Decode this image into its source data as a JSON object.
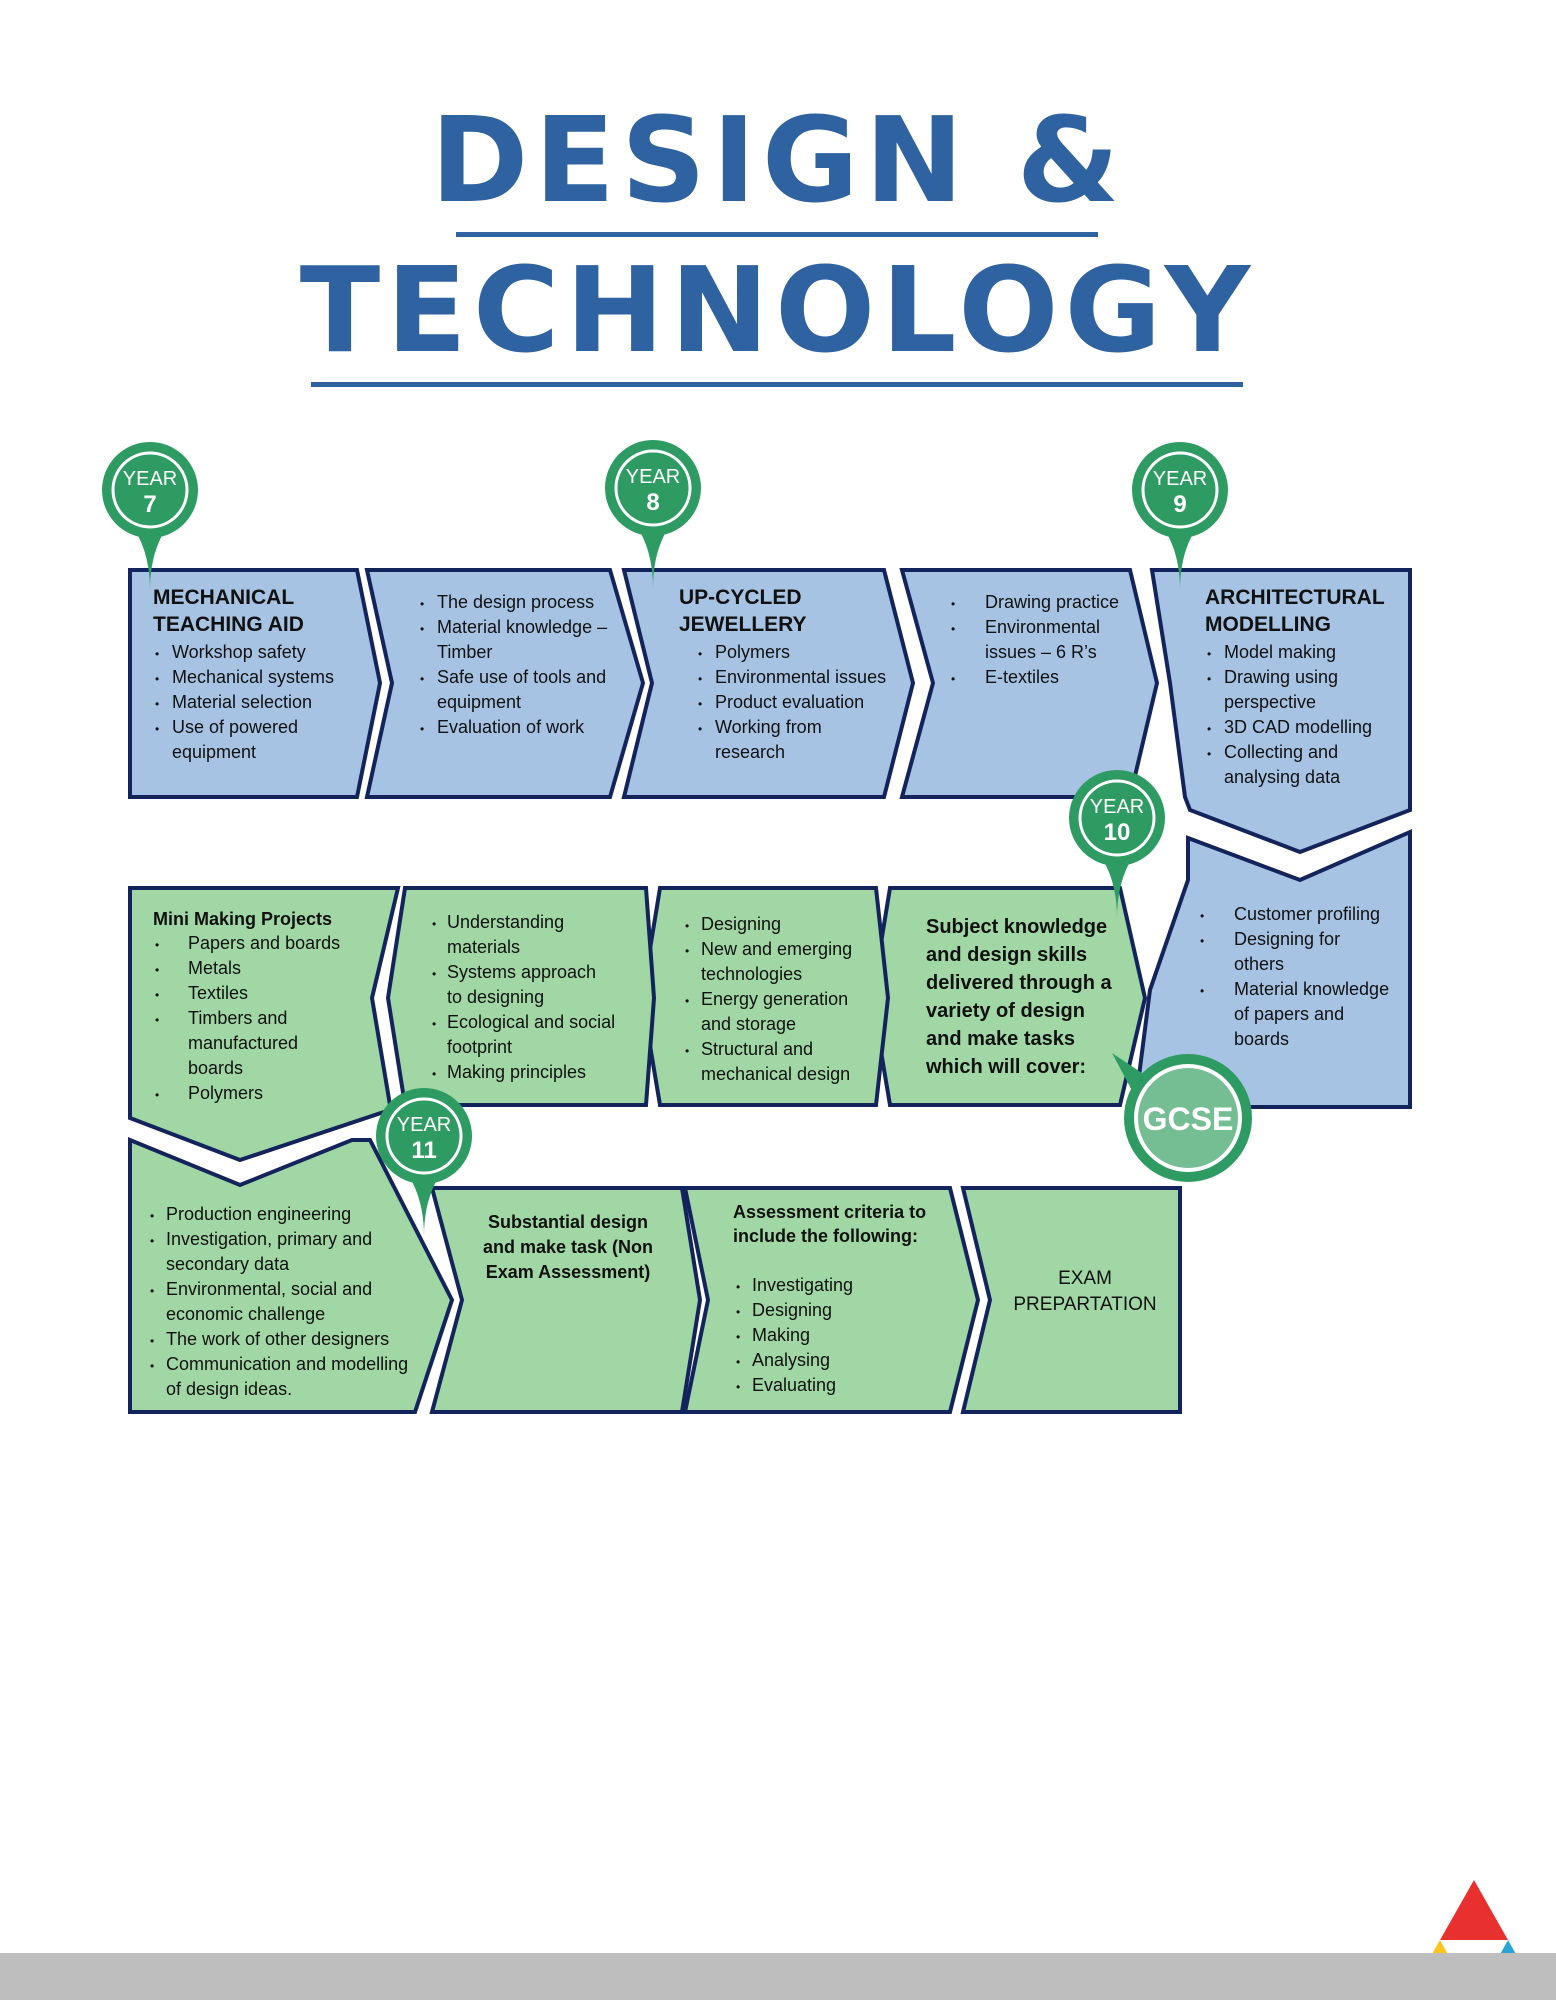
{
  "header": {
    "title_line1": "DESIGN &",
    "title_line2": "TECHNOLOGY"
  },
  "colors": {
    "title": "#2E62A0",
    "blue_fill": "#A7C3E3",
    "green_fill": "#A0D7A5",
    "outline": "#13245C",
    "pin": "#2E9C62",
    "gcse_fill": "#75BD92",
    "footer": "#BEBEBE",
    "logo_red": "#E8312F",
    "logo_yellow": "#F8C51C",
    "logo_blue": "#2AA3D6"
  },
  "pins": [
    {
      "id": "year-7",
      "line1": "YEAR",
      "line2": "7"
    },
    {
      "id": "year-8",
      "line1": "YEAR",
      "line2": "8"
    },
    {
      "id": "year-9",
      "line1": "YEAR",
      "line2": "9"
    },
    {
      "id": "year-10",
      "line1": "YEAR",
      "line2": "10"
    },
    {
      "id": "year-11",
      "line1": "YEAR",
      "line2": "11"
    }
  ],
  "gcse_badge": "GCSE",
  "boxes": [
    {
      "id": "mechanical-teaching-aid",
      "heading": [
        "MECHANICAL",
        "TEACHING AID"
      ],
      "items": [
        [
          "Workshop safety"
        ],
        [
          "Mechanical systems"
        ],
        [
          "Material selection"
        ],
        [
          "Use of powered",
          "equipment"
        ]
      ]
    },
    {
      "id": "design-process",
      "heading": [],
      "items": [
        [
          "The design process"
        ],
        [
          "Material knowledge –",
          "Timber"
        ],
        [
          "Safe use of tools and",
          "equipment"
        ],
        [
          "Evaluation of work"
        ]
      ]
    },
    {
      "id": "up-cycled-jewellery",
      "heading": [
        "UP-CYCLED",
        "JEWELLERY"
      ],
      "items": [
        [
          "Polymers"
        ],
        [
          "Environmental issues"
        ],
        [
          "Product evaluation"
        ],
        [
          "Working from",
          "research"
        ]
      ]
    },
    {
      "id": "drawing-practice",
      "heading": [],
      "items": [
        [
          "Drawing practice"
        ],
        [
          "Environmental",
          "issues – 6 R’s"
        ],
        [
          "E-textiles"
        ]
      ]
    },
    {
      "id": "architectural-modelling",
      "heading": [
        "ARCHITECTURAL",
        "MODELLING"
      ],
      "items": [
        [
          "Model making"
        ],
        [
          "Drawing using",
          "perspective"
        ],
        [
          "3D CAD modelling"
        ],
        [
          "Collecting and",
          "analysing data"
        ]
      ]
    },
    {
      "id": "customer-profiling",
      "heading": [],
      "items": [
        [
          "Customer profiling"
        ],
        [
          "Designing for",
          "others"
        ],
        [
          "Material knowledge",
          "of papers and",
          "boards"
        ]
      ]
    },
    {
      "id": "subject-knowledge",
      "heading": [],
      "lines": [
        "Subject knowledge",
        "and design skills",
        "delivered through a",
        "variety of design",
        "and make tasks",
        "which will cover:"
      ]
    },
    {
      "id": "designing-technologies",
      "heading": [],
      "items": [
        [
          "Designing"
        ],
        [
          "New and emerging",
          "technologies"
        ],
        [
          "Energy generation",
          "and storage"
        ],
        [
          "Structural and",
          "mechanical design"
        ]
      ]
    },
    {
      "id": "understanding-materials",
      "heading": [],
      "items": [
        [
          "Understanding",
          "materials"
        ],
        [
          "Systems approach",
          "to designing"
        ],
        [
          "Ecological and social",
          "footprint"
        ],
        [
          "Making principles"
        ]
      ]
    },
    {
      "id": "mini-making-projects",
      "heading": [
        "Mini Making Projects"
      ],
      "items": [
        [
          "Papers and boards"
        ],
        [
          "Metals"
        ],
        [
          "Textiles"
        ],
        [
          "Timbers and",
          "manufactured",
          "boards"
        ],
        [
          "Polymers"
        ]
      ]
    },
    {
      "id": "production-engineering",
      "heading": [],
      "items": [
        [
          "Production engineering"
        ],
        [
          "Investigation, primary and",
          "secondary data"
        ],
        [
          "Environmental, social and",
          "economic challenge"
        ],
        [
          "The work of other designers"
        ],
        [
          "Communication and modelling",
          "of design ideas."
        ]
      ]
    },
    {
      "id": "substantial-task",
      "heading": [],
      "lines": [
        "Substantial design",
        "and make task (Non",
        "Exam Assessment)"
      ]
    },
    {
      "id": "assessment-criteria",
      "heading": [
        "Assessment criteria to",
        "include the following:"
      ],
      "items": [
        [
          "Investigating"
        ],
        [
          "Designing"
        ],
        [
          "Making"
        ],
        [
          "Analysing"
        ],
        [
          "Evaluating"
        ]
      ]
    },
    {
      "id": "exam-preparation",
      "heading": [],
      "lines": [
        "EXAM",
        "PREPARTATION"
      ]
    }
  ]
}
